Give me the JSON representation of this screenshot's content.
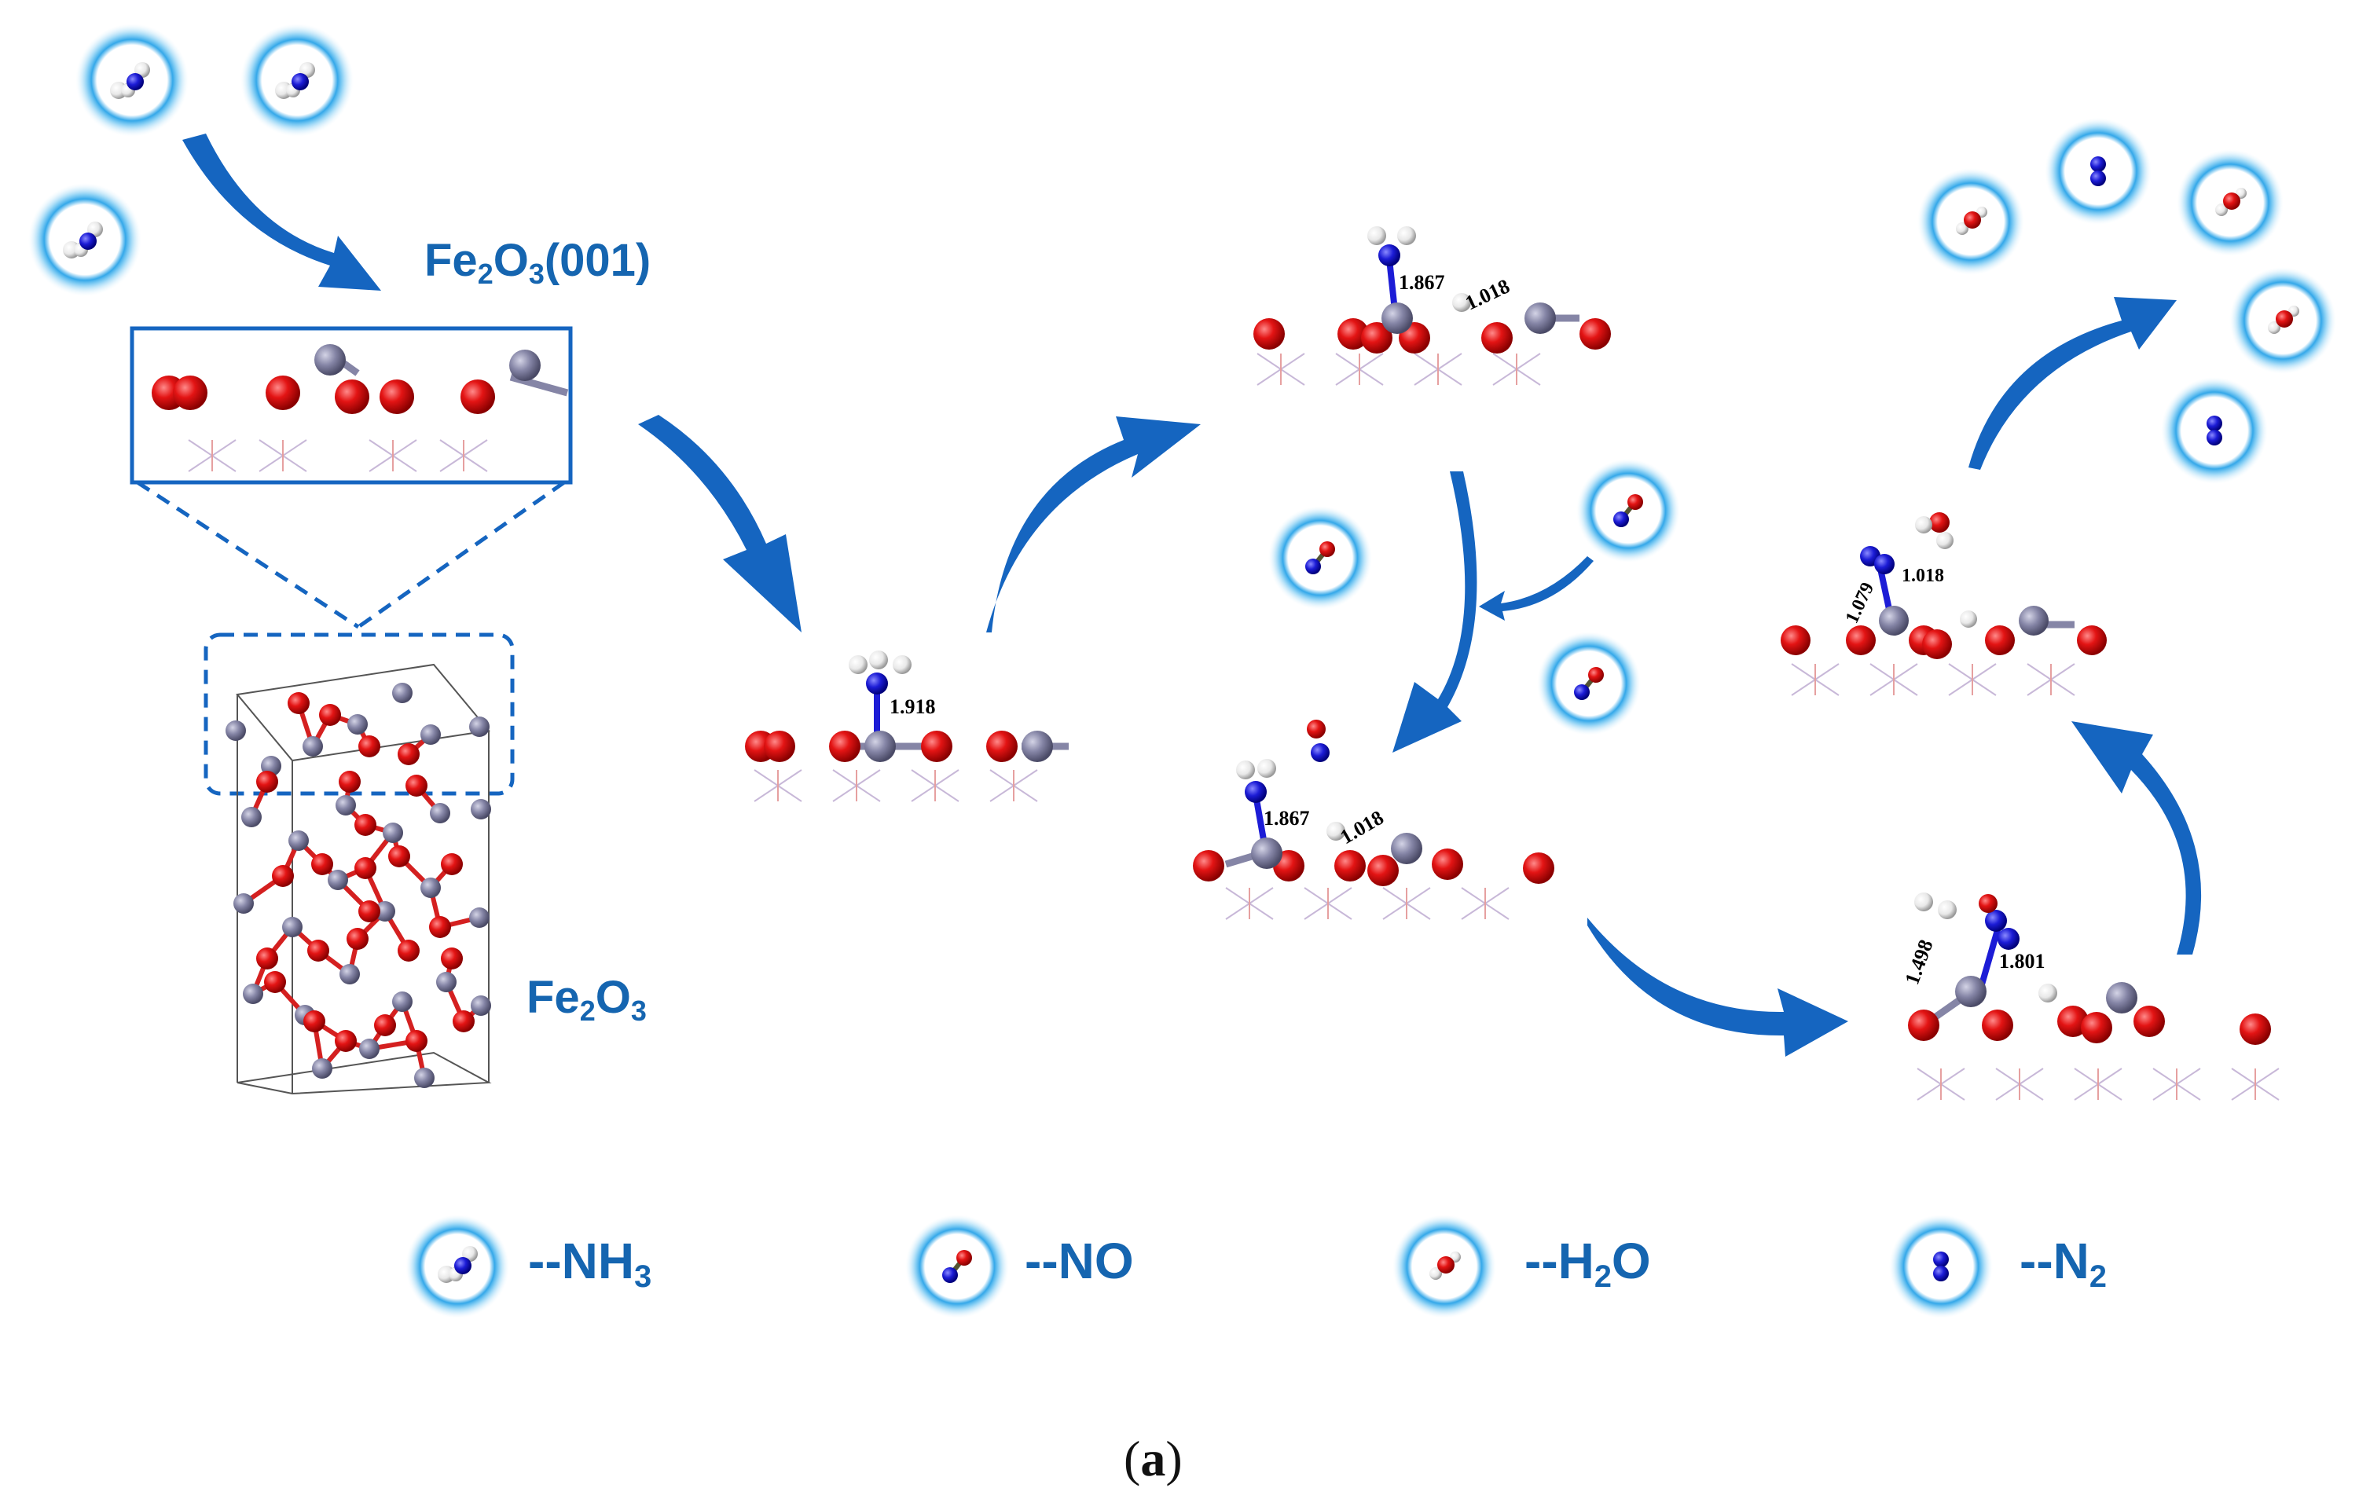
{
  "labels": {
    "surface": "Fe₂O₃(001)",
    "surface_base": "Fe",
    "surface_sub1": "2",
    "surface_mid": "O",
    "surface_sub2": "3",
    "surface_suffix": "(001)",
    "bulk_base": "Fe",
    "bulk_sub1": "2",
    "bulk_mid": "O",
    "bulk_sub2": "3"
  },
  "bond_lengths": {
    "state1": [
      "1.918"
    ],
    "state2": [
      "1.867",
      "1.018"
    ],
    "state3": [
      "1.867",
      "1.018"
    ],
    "state4": [
      "1.498",
      "1.801"
    ],
    "state5": [
      "1.079",
      "1.018"
    ]
  },
  "legend": [
    {
      "molecule": "NH3",
      "prefix": "--NH",
      "sub": "3",
      "suffix": ""
    },
    {
      "molecule": "NO",
      "prefix": "--NO",
      "sub": "",
      "suffix": ""
    },
    {
      "molecule": "H2O",
      "prefix": "--H",
      "sub": "2",
      "suffix": "O"
    },
    {
      "molecule": "N2",
      "prefix": "--N",
      "sub": "2",
      "suffix": ""
    }
  ],
  "caption": {
    "open": "(",
    "letter": "a",
    "close": ")"
  },
  "colors": {
    "arrow": "#1565c0",
    "label": "#1565b0",
    "oxygen": "#e01010",
    "iron": "#8a8aa8",
    "nitrogen": "#1a1ad0",
    "hydrogen": "#f2f2f2",
    "halo": "#29a3e8"
  }
}
